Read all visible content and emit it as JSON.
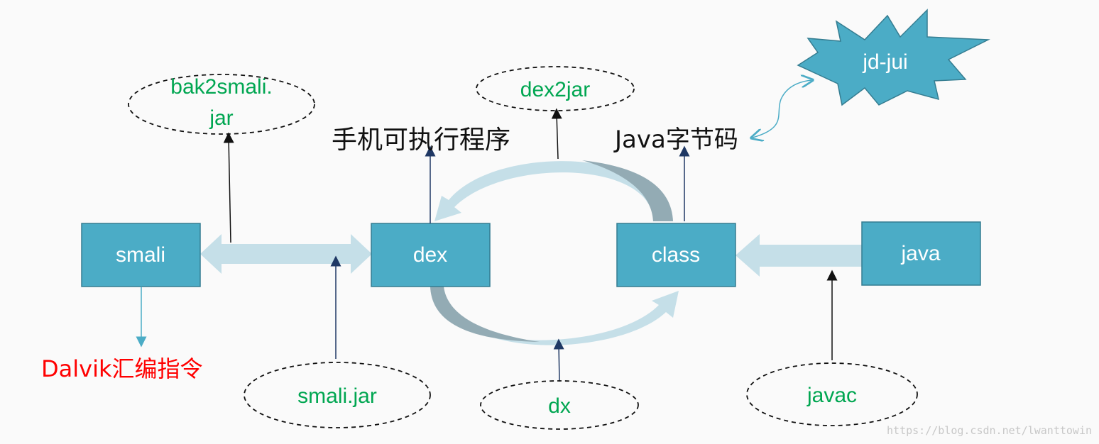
{
  "boxes": {
    "smali": "smali",
    "dex": "dex",
    "class": "class",
    "java": "java"
  },
  "tools": {
    "bak2smali_line1": "bak2smali.",
    "bak2smali_line2": "jar",
    "dex2jar": "dex2jar",
    "smali_jar": "smali.jar",
    "dx": "dx",
    "javac": "javac",
    "jd_gui": "jd-jui"
  },
  "labels": {
    "mobile_executable": "手机可执行程序",
    "java_bytecode": "Java字节码",
    "dalvik_assembly": "Dalvik汇编指令"
  },
  "watermark": "https://blog.csdn.net/lwanttowin",
  "colors": {
    "box_fill": "#4bacc6",
    "box_stroke": "#357d91",
    "arrow_light": "#c5dfe8",
    "arrow_dark": "#93abb4",
    "tool_text": "#00a651",
    "red_label": "#ff0000"
  }
}
